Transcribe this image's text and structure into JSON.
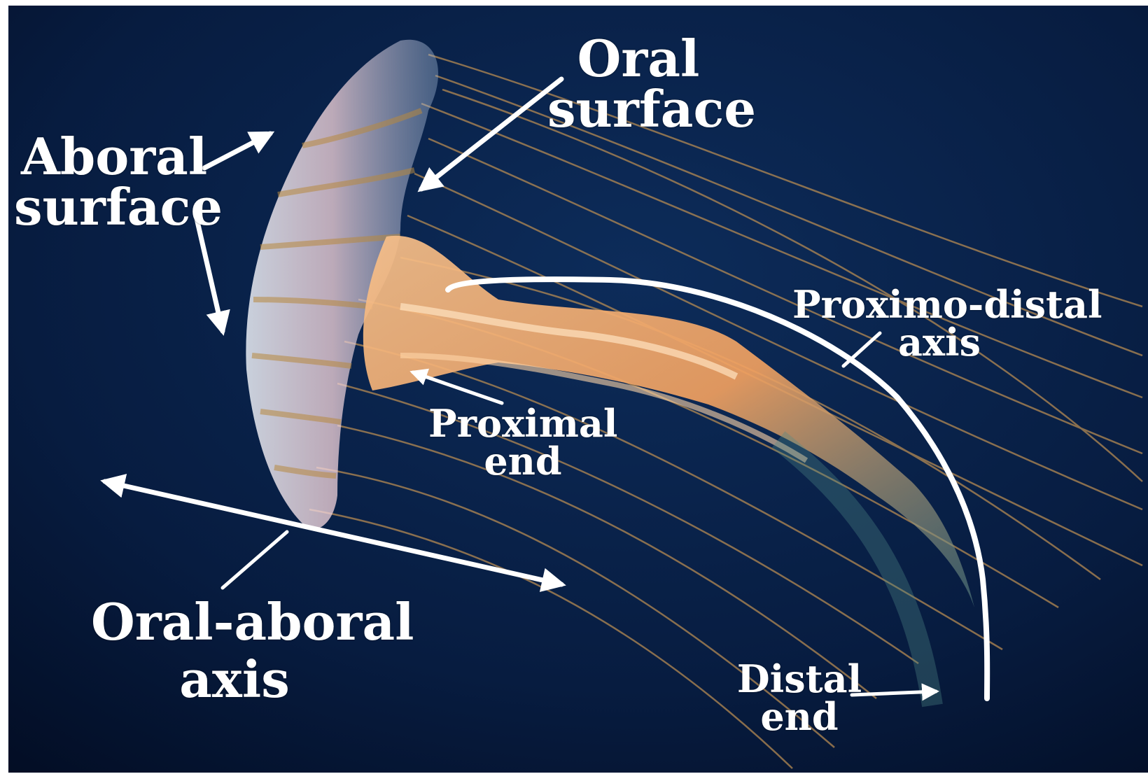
{
  "colors": {
    "background_top": "#0c2a55",
    "background_bottom": "#020d24",
    "bell": "#d9e4f0",
    "bell_pink": "#f1c7cf",
    "oral_arms": "#f2a462",
    "tentacles": "#b58a52",
    "annotation": "#ffffff"
  },
  "labels": {
    "oral_surface": {
      "line1": "Oral",
      "line2": "surface"
    },
    "aboral_surface": {
      "line1": "Aboral",
      "line2": "surface"
    },
    "proximo_distal_axis": {
      "line1": "Proximo-distal",
      "line2": "axis"
    },
    "proximal_end": {
      "line1": "Proximal",
      "line2": "end"
    },
    "oral_aboral_axis": {
      "line1": "Oral-aboral",
      "line2": "axis"
    },
    "distal_end": {
      "line1": "Distal",
      "line2": "end"
    }
  }
}
